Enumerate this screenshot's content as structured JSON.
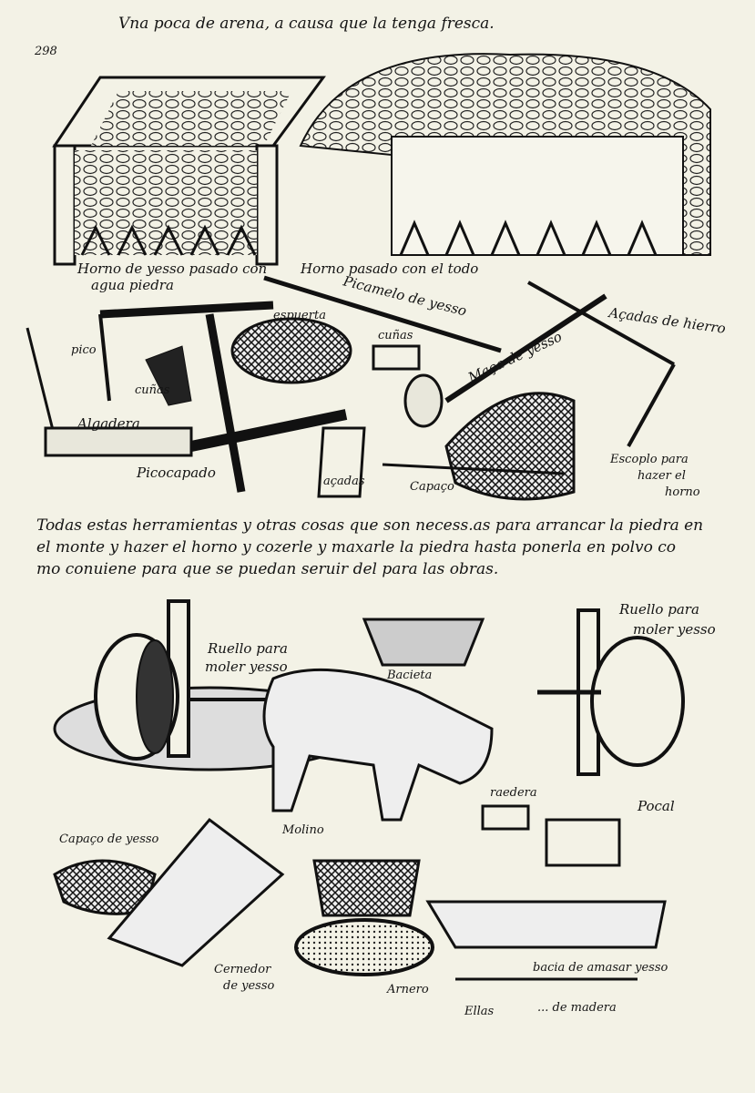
{
  "page": {
    "number": "298",
    "header_line": "Vna poca de arena, a causa que la tenga fresca."
  },
  "top_labels": {
    "kiln_left": "Horno de yesso pasado con",
    "kiln_left_2": "agua piedra",
    "kiln_right": "Horno pasado con el todo"
  },
  "tool_labels": {
    "pick_long": "Picamelo de yesso",
    "spuerta": "espuerta",
    "cunas_small": "cuñas",
    "azadas_hierro": "Açadas de hierro",
    "pico": "pico",
    "cunas": "cuñas",
    "maza": "Maça de yesso",
    "algadera": "Algadera",
    "picocapado": "Picocapado",
    "azadas": "açadas",
    "capazo": "Capaço",
    "escoplo": "Escoplo para",
    "escoplo_2": "hazer el",
    "escoplo_3": "horno"
  },
  "paragraph": [
    "Todas estas herramientas y otras cosas que son necess.as para arrancar la piedra en",
    "el monte y hazer el horno y cozerle y maxarle la piedra hasta ponerla en polvo co",
    "mo conuiene para que se puedan seruir del para las obras."
  ],
  "mill_labels": {
    "ruello_left": "Ruello para",
    "ruello_left_2": "moler yesso",
    "bacieta": "Bacieta",
    "ruello_right": "Ruello para",
    "ruello_right_2": "moler yesso",
    "raedera": "raedera",
    "pocal": "Pocal",
    "capazo_yesso": "Capaço de yesso",
    "molino": "Molino",
    "cernedor": "Cernedor",
    "cernedor_2": "de yesso",
    "arnero": "Arnero",
    "bacia": "bacia de amasar yesso",
    "ellas": "Ellas",
    "madera": "... de madera"
  }
}
